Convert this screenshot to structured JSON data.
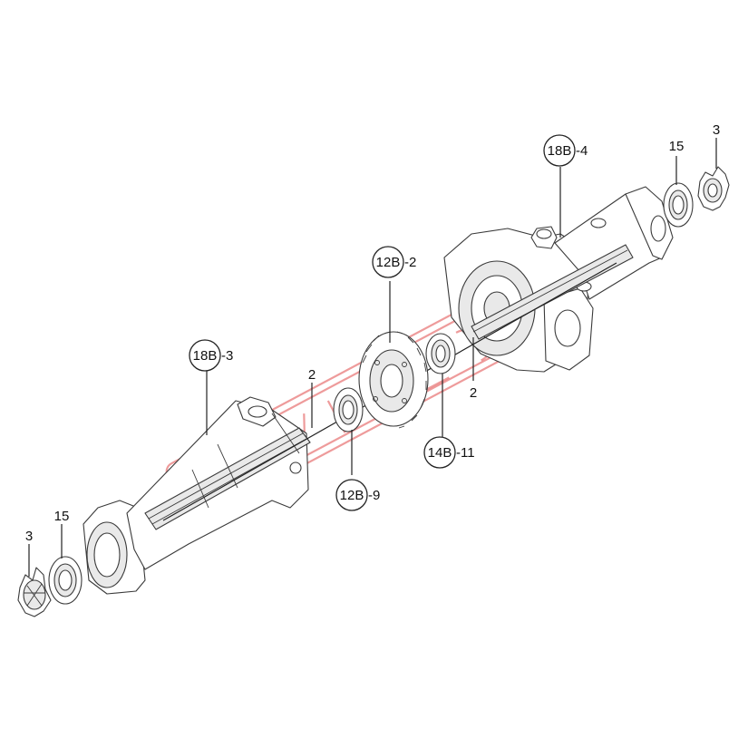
{
  "callouts": {
    "housing_left": {
      "code": "18B",
      "suffix": "-3"
    },
    "housing_right": {
      "code": "18B",
      "suffix": "-4"
    },
    "ring_gear": {
      "code": "12B",
      "suffix": "-2"
    },
    "bearing_mid_left": {
      "code": "12B",
      "suffix": "-9"
    },
    "bearing_mid_right": {
      "code": "14B",
      "suffix": "-11"
    },
    "shaft_left": "2",
    "shaft_right": "2",
    "bearing_left": "15",
    "bearing_right": "15",
    "gear_left": "3",
    "gear_right": "3"
  },
  "colors": {
    "line": "#3a3a3a",
    "watermark": "#e04848"
  }
}
